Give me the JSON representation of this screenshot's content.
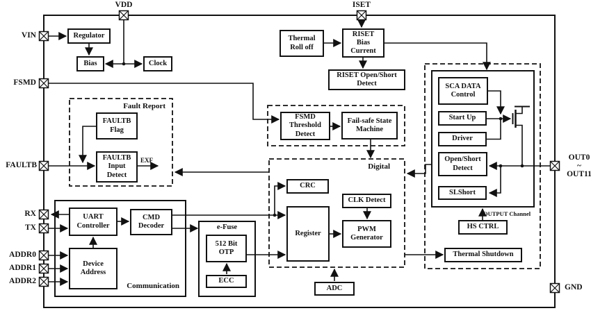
{
  "pins": {
    "vdd": "VDD",
    "iset": "ISET",
    "vin": "VIN",
    "fsmd": "FSMD",
    "faultb": "FAULTB",
    "rx": "RX",
    "tx": "TX",
    "addr0": "ADDR0",
    "addr1": "ADDR1",
    "addr2": "ADDR2",
    "out": "OUT0\n~\nOUT11",
    "gnd": "GND"
  },
  "blocks": {
    "regulator": "Regulator",
    "bias": "Bias",
    "clock": "Clock",
    "thermal_roll_off": "Thermal\nRoll off",
    "riset_bias_current": "RISET\nBias\nCurrent",
    "riset_open_short_detect": "RISET Open/Short\nDetect",
    "faultb_flag": "FAULTB\nFlag",
    "faultb_input_detect": "FAULTB\nInput\nDetect",
    "fsmd_threshold_detect": "FSMD\nThreshold\nDetect",
    "fail_safe_state_machine": "Fail-safe State\nMachine",
    "crc": "CRC",
    "clk_detect": "CLK Detect",
    "register": "Register",
    "pwm_generator": "PWM\nGenerator",
    "uart_controller": "UART\nController",
    "cmd_decoder": "CMD\nDecoder",
    "device_address": "Device\nAddress",
    "otp": "512 Bit\nOTP",
    "ecc": "ECC",
    "adc": "ADC",
    "sca_data_control": "SCA DATA\nControl",
    "start_up": "Start Up",
    "driver": "Driver",
    "open_short_detect": "Open/Short\nDetect",
    "slshort": "SLShort",
    "hs_ctrl": "HS CTRL",
    "thermal_shutdown": "Thermal Shutdown"
  },
  "groups": {
    "fault_report": "Fault Report",
    "digital": "Digital",
    "communication": "Communication",
    "efuse": "e-Fuse",
    "output_channel": "OUTPUT Channel"
  },
  "signals": {
    "exf": "EXF"
  },
  "colors": {
    "line": "#111111",
    "background": "#ffffff"
  }
}
